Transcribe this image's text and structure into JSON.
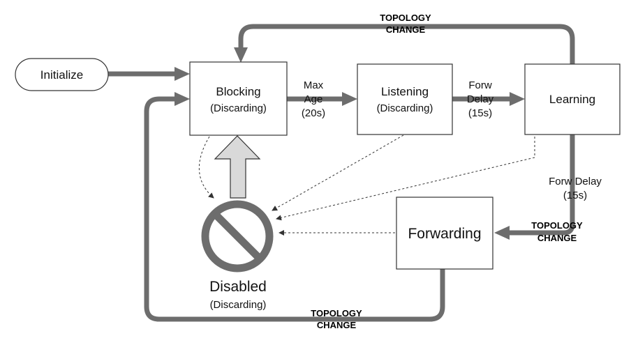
{
  "states": {
    "initialize": {
      "label": "Initialize"
    },
    "blocking": {
      "label": "Blocking",
      "sub": "(Discarding)"
    },
    "listening": {
      "label": "Listening",
      "sub": "(Discarding)"
    },
    "learning": {
      "label": "Learning"
    },
    "forwarding": {
      "label": "Forwarding"
    },
    "disabled": {
      "label": "Disabled",
      "sub": "(Discarding)"
    }
  },
  "transitions": {
    "blocking_to_listening": [
      "Max",
      "Age",
      "(20s)"
    ],
    "listening_to_learning": [
      "Forw",
      "Delay",
      "(15s)"
    ],
    "learning_to_forwarding": [
      "Forw Delay",
      "(15s)"
    ],
    "topology_change": [
      "TOPOLOGY",
      "CHANGE"
    ]
  },
  "colors": {
    "thick_arrow": "#6d6d6d",
    "enable_arrow_fill": "#d9d9d9",
    "disabled_symbol": "#6d6d6d"
  },
  "icons": {
    "disabled": "prohibited-sign-icon",
    "enable": "up-arrow-icon"
  }
}
